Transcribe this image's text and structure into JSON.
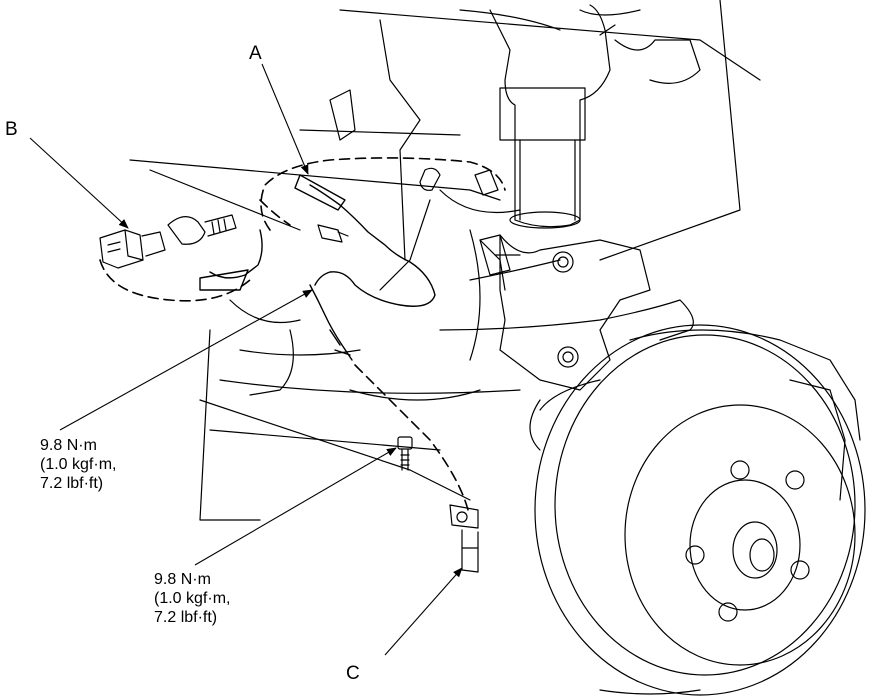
{
  "labels": {
    "a": "A",
    "b": "B",
    "c": "C"
  },
  "torque_upper": [
    "9.8 N·m",
    "(1.0 kgf·m,",
    "7.2 lbf·ft)"
  ],
  "torque_lower": [
    "9.8 N·m",
    "(1.0 kgf·m,",
    "7.2 lbf·ft)"
  ],
  "colors": {
    "ink": "#000000",
    "paper": "#ffffff"
  }
}
